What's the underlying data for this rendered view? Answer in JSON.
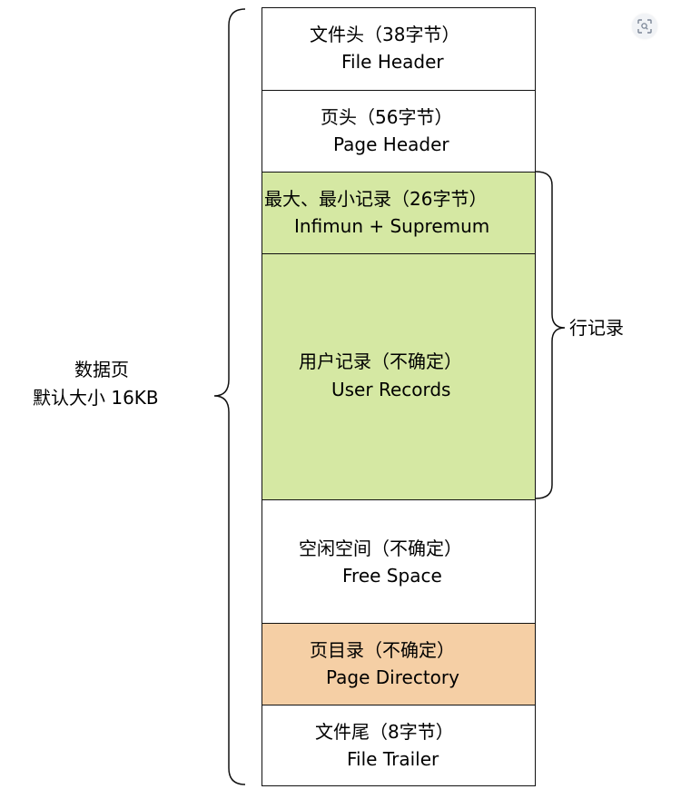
{
  "colors": {
    "row_records_fill": "#d5e8a3",
    "page_directory_fill": "#f5cfa5",
    "default_fill": "#ffffff",
    "stroke": "#111111"
  },
  "page": {
    "label_line1": "数据页",
    "label_line2": "默认大小 16KB"
  },
  "row_records": {
    "label": "行记录"
  },
  "blocks": [
    {
      "id": "file-header",
      "zh": "文件头（38字节）",
      "en": "File Header",
      "fill": "default"
    },
    {
      "id": "page-header",
      "zh": "页头（56字节）",
      "en": "Page Header",
      "fill": "default"
    },
    {
      "id": "infimum-supremum",
      "zh": "最大、最小记录（26字节）",
      "en": "Infimun + Supremum",
      "fill": "row_records"
    },
    {
      "id": "user-records",
      "zh": "用户记录（不确定）",
      "en": "User Records",
      "fill": "row_records"
    },
    {
      "id": "free-space",
      "zh": "空闲空间（不确定）",
      "en": "Free Space",
      "fill": "default"
    },
    {
      "id": "page-directory",
      "zh": "页目录（不确定）",
      "en": "Page Directory",
      "fill": "page_directory"
    },
    {
      "id": "file-trailer",
      "zh": "文件尾（8字节）",
      "en": "File Trailer",
      "fill": "default"
    }
  ],
  "toolbar": {
    "zoom_icon": "scan-zoom-icon"
  }
}
